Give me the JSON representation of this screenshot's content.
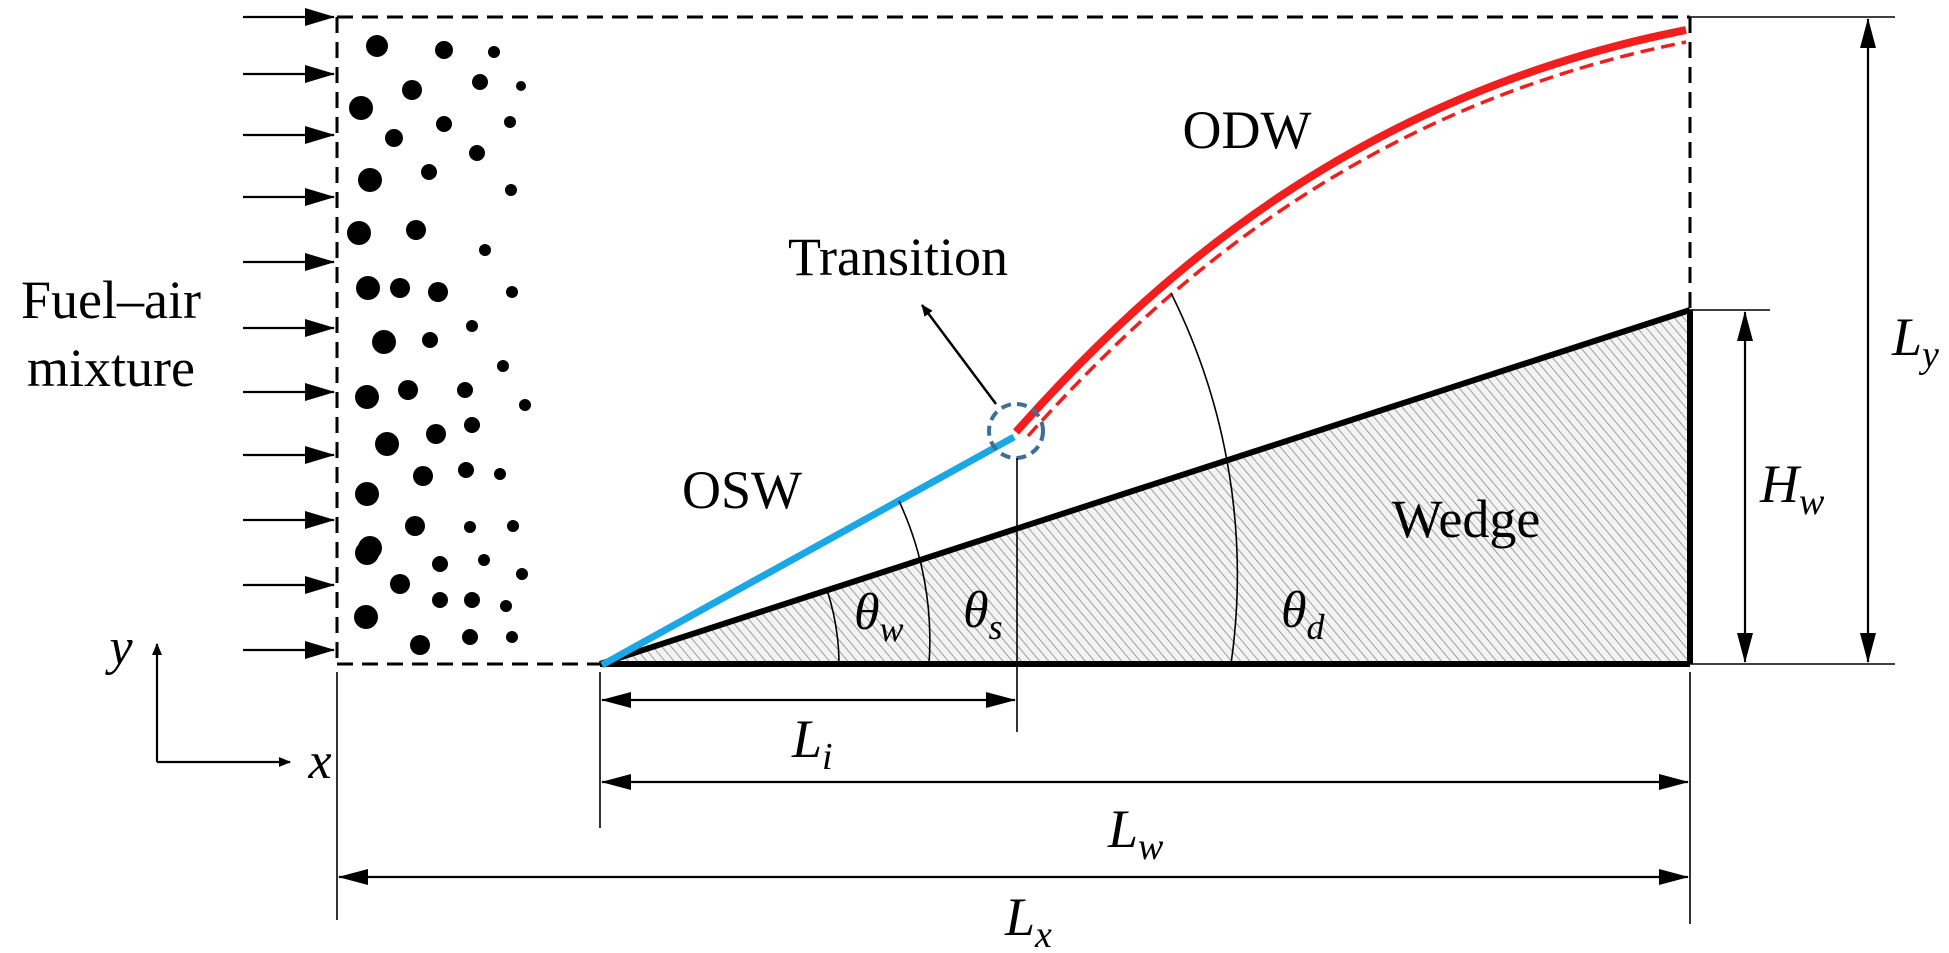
{
  "labels": {
    "mixture_line1": "Fuel–air",
    "mixture_line2": "mixture",
    "transition": "Transition",
    "odw": "ODW",
    "osw": "OSW",
    "wedge": "Wedge",
    "axis_y": "y",
    "axis_x": "x"
  },
  "symbols": {
    "theta_w": {
      "base": "θ",
      "sub": "w"
    },
    "theta_s": {
      "base": "θ",
      "sub": "s"
    },
    "theta_d": {
      "base": "θ",
      "sub": "d"
    },
    "L_i": {
      "base": "L",
      "sub": "i"
    },
    "L_w": {
      "base": "L",
      "sub": "w"
    },
    "L_x": {
      "base": "L",
      "sub": "x"
    },
    "L_y": {
      "base": "L",
      "sub": "y"
    },
    "H_w": {
      "base": "H",
      "sub": "w"
    }
  },
  "colors": {
    "osw": "#1aa7e6",
    "odw": "#f21d1d",
    "transition_circle": "#3e6f96",
    "wedge_hatch": "#8a8a8a",
    "wedge_fill": "#f2f2f2",
    "stroke": "#000000"
  }
}
